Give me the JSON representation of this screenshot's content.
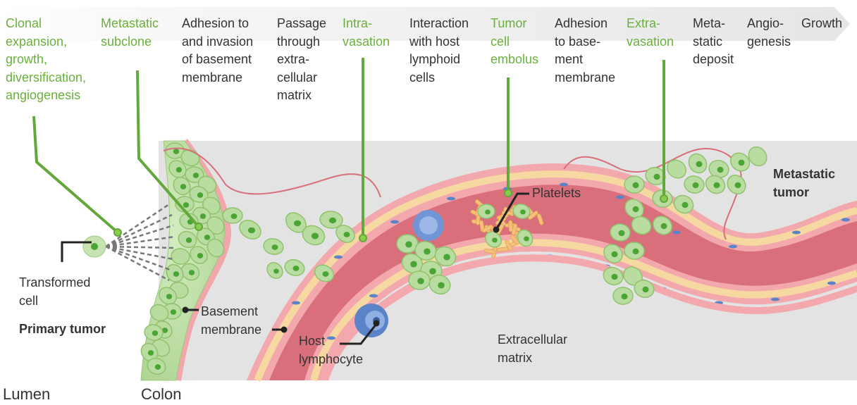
{
  "steps": [
    {
      "text": "Clonal\nexpansion,\ngrowth,\ndiversification,\nangiogenesis",
      "highlight": true
    },
    {
      "text": "Metastatic\nsubclone",
      "highlight": true
    },
    {
      "text": "Adhesion to\nand invasion\nof basement\nmembrane",
      "highlight": false
    },
    {
      "text": "Passage\nthrough\nextra-\ncellular\nmatrix",
      "highlight": false
    },
    {
      "text": "Intra-\nvasation",
      "highlight": true
    },
    {
      "text": "Interaction\nwith host\nlymphoid\ncells",
      "highlight": false
    },
    {
      "text": "Tumor\ncell\nembolus",
      "highlight": true
    },
    {
      "text": "Adhesion\nto base-\nment\nmembrane",
      "highlight": false
    },
    {
      "text": "Extra-\nvasation",
      "highlight": true
    },
    {
      "text": "Meta-\nstatic\ndeposit",
      "highlight": false
    },
    {
      "text": "Angio-\ngenesis",
      "highlight": false
    },
    {
      "text": "Growth",
      "highlight": false
    }
  ],
  "labels": {
    "transformed_cell": "Transformed\ncell",
    "primary_tumor": "Primary tumor",
    "basement_membrane": "Basement\nmembrane",
    "host_lymphocyte": "Host\nlymphocyte",
    "platelets": "Platelets",
    "extracellular_matrix": "Extracellular\nmatrix",
    "metastatic_tumor": "Metastatic\ntumor",
    "lumen": "Lumen",
    "colon": "Colon"
  },
  "colors": {
    "highlight_text": "#6ab03c",
    "body_text": "#333333",
    "leader_green": "#62a83a",
    "vessel": "#d96f7a",
    "vessel_wall": "#f2a3a8",
    "basement_band": "#f6d9a0",
    "tumor_cell": "#b9dca0",
    "tumor_nucleus": "#4aa534",
    "stroma": "#e3e3e3",
    "lymphocyte": "#5a83c8",
    "platelet": "#f4c07a",
    "arrow_bar": "#eeeeee"
  }
}
